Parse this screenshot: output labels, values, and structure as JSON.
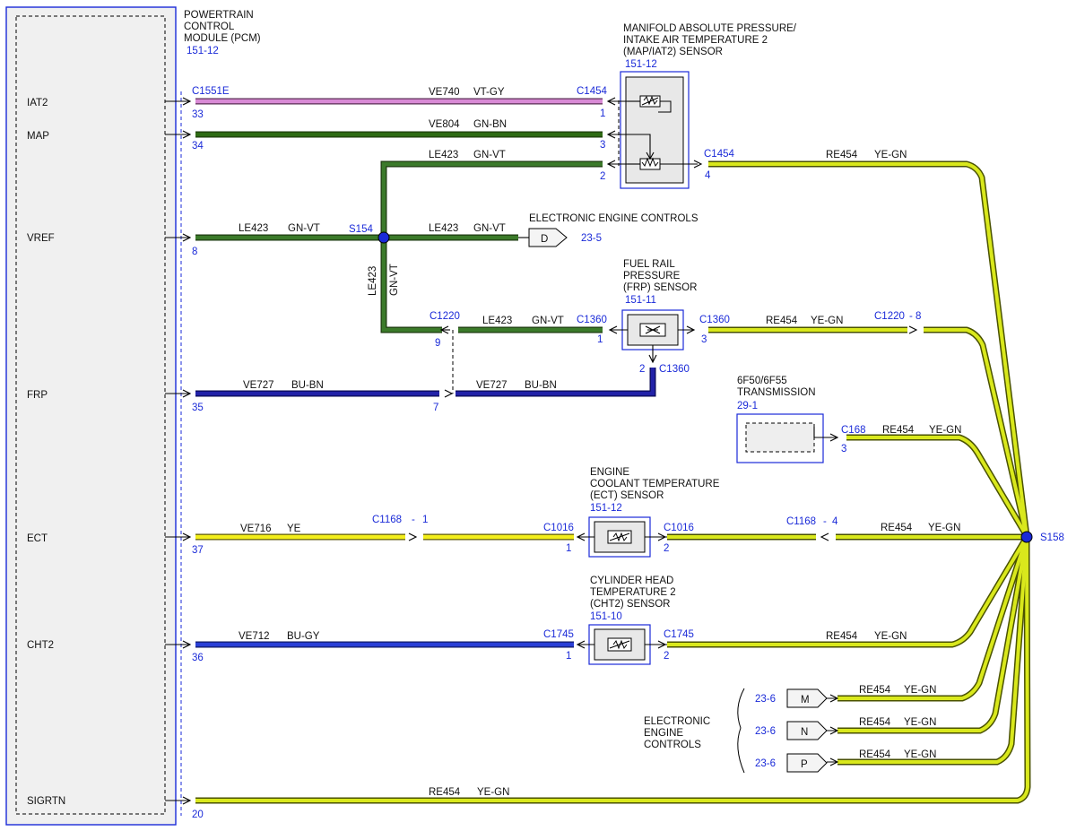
{
  "colors": {
    "connector_blue": "#1a2ad8",
    "violet_gray": "#d98ad6",
    "green_brown": "#2e6b14",
    "green_violet": "#3b7a2a",
    "yellow_green": "#d9e81c",
    "yellow": "#f3ee1a",
    "blue_brown": "#2222a8",
    "blue_gray": "#2a3fd6",
    "splice": "#1a2ad8"
  },
  "pcm": {
    "title_lines": [
      "POWERTRAIN",
      "CONTROL",
      "MODULE (PCM)"
    ],
    "ref": "151-12",
    "connector": "C1551E",
    "pins": [
      {
        "name": "IAT2",
        "pin": "33"
      },
      {
        "name": "MAP",
        "pin": "34"
      },
      {
        "name": "VREF",
        "pin": "8"
      },
      {
        "name": "FRP",
        "pin": "35"
      },
      {
        "name": "ECT",
        "pin": "37"
      },
      {
        "name": "CHT2",
        "pin": "36"
      },
      {
        "name": "SIGRTN",
        "pin": "20"
      }
    ]
  },
  "map_sensor": {
    "title_lines": [
      "MANIFOLD ABSOLUTE PRESSURE/",
      "INTAKE AIR TEMPERATURE 2",
      "(MAP/IAT2) SENSOR"
    ],
    "ref": "151-12",
    "connector_left": "C1454",
    "connector_right": "C1454",
    "pins": [
      "1",
      "3",
      "2",
      "4"
    ]
  },
  "frp_sensor": {
    "title_lines": [
      "FUEL RAIL",
      "PRESSURE",
      "(FRP) SENSOR"
    ],
    "ref": "151-11",
    "connector_left": "C1360",
    "connector_right": "C1360",
    "connector_bottom": "C1360",
    "pins": [
      "1",
      "3",
      "2"
    ]
  },
  "transmission": {
    "title_lines": [
      "6F50/6F55",
      "TRANSMISSION"
    ],
    "ref": "29-1",
    "connector": "C168",
    "pin": "3"
  },
  "ect_sensor": {
    "title_lines": [
      "ENGINE",
      "COOLANT TEMPERATURE",
      "(ECT) SENSOR"
    ],
    "ref": "151-12",
    "connector_left": "C1016",
    "connector_right": "C1016",
    "pins": [
      "1",
      "2"
    ]
  },
  "cht2_sensor": {
    "title_lines": [
      "CYLINDER HEAD",
      "TEMPERATURE 2",
      "(CHT2) SENSOR"
    ],
    "ref": "151-10",
    "connector_left": "C1745",
    "connector_right": "C1745",
    "pins": [
      "1",
      "2"
    ]
  },
  "eec_top": {
    "title": "ELECTRONIC ENGINE CONTROLS",
    "flag": "D",
    "ref": "23-5"
  },
  "eec_bottom": {
    "title_lines": [
      "ELECTRONIC",
      "ENGINE",
      "CONTROLS"
    ],
    "flags": [
      {
        "letter": "M",
        "ref": "23-6"
      },
      {
        "letter": "N",
        "ref": "23-6"
      },
      {
        "letter": "P",
        "ref": "23-6"
      }
    ]
  },
  "splices": {
    "s154": "S154",
    "s158": "S158"
  },
  "wires": {
    "iat2": {
      "circuit": "VE740",
      "color": "VT-GY"
    },
    "map": {
      "circuit": "VE804",
      "color": "GN-BN"
    },
    "le423_map": {
      "circuit": "LE423",
      "color": "GN-VT"
    },
    "le423_vref": {
      "circuit": "LE423",
      "color": "GN-VT"
    },
    "le423_eec": {
      "circuit": "LE423",
      "color": "GN-VT"
    },
    "le423_vert": {
      "circuit": "LE423",
      "color": "GN-VT"
    },
    "le423_frp": {
      "circuit": "LE423",
      "color": "GN-VT"
    },
    "re454_map": {
      "circuit": "RE454",
      "color": "YE-GN"
    },
    "re454_frp": {
      "circuit": "RE454",
      "color": "YE-GN"
    },
    "re454_trans": {
      "circuit": "RE454",
      "color": "YE-GN"
    },
    "re454_ect": {
      "circuit": "RE454",
      "color": "YE-GN"
    },
    "re454_cht2": {
      "circuit": "RE454",
      "color": "YE-GN"
    },
    "re454_m": {
      "circuit": "RE454",
      "color": "YE-GN"
    },
    "re454_n": {
      "circuit": "RE454",
      "color": "YE-GN"
    },
    "re454_p": {
      "circuit": "RE454",
      "color": "YE-GN"
    },
    "re454_sigrtn": {
      "circuit": "RE454",
      "color": "YE-GN"
    },
    "frp_pcm": {
      "circuit": "VE727",
      "color": "BU-BN"
    },
    "frp_sensor": {
      "circuit": "VE727",
      "color": "BU-BN"
    },
    "ect": {
      "circuit": "VE716",
      "color": "YE"
    },
    "cht2": {
      "circuit": "VE712",
      "color": "BU-GY"
    }
  },
  "inline_connectors": {
    "c1220_left": {
      "name": "C1220",
      "pin_a": "9",
      "pin_b": "7"
    },
    "c1220_right": {
      "name": "C1220",
      "dash": "-",
      "pin": "8"
    },
    "c1168_ect": {
      "name": "C1168",
      "dash": "-",
      "pin": "1"
    },
    "c1168_re": {
      "name": "C1168",
      "dash": "-",
      "pin": "4"
    }
  }
}
